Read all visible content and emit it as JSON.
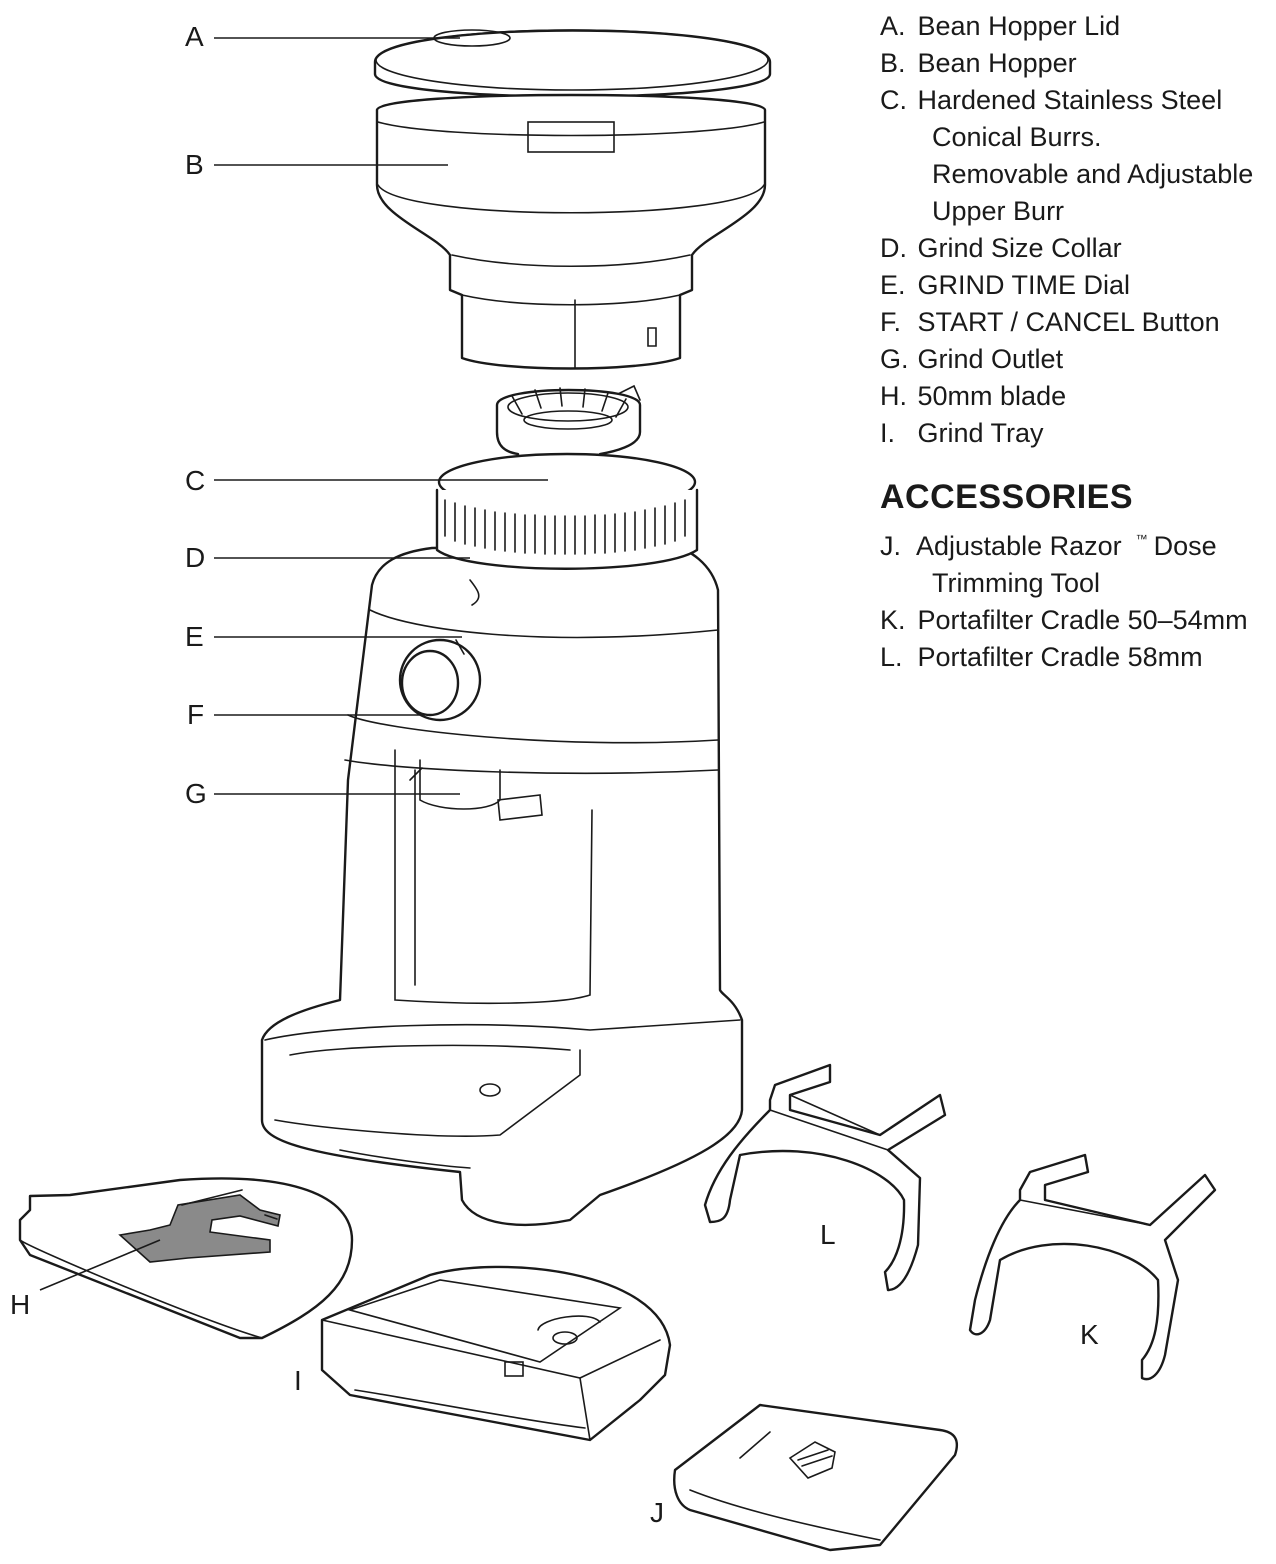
{
  "callouts": {
    "A": "A",
    "B": "B",
    "C": "C",
    "D": "D",
    "E": "E",
    "F": "F",
    "G": "G",
    "H": "H",
    "I": "I",
    "J": "J",
    "K": "K",
    "L": "L"
  },
  "legend": {
    "parts": [
      {
        "letter": "A.",
        "lines": [
          "Bean Hopper Lid"
        ]
      },
      {
        "letter": "B.",
        "lines": [
          "Bean Hopper"
        ]
      },
      {
        "letter": "C.",
        "lines": [
          "Hardened Stainless Steel",
          "Conical Burrs.",
          "Removable and Adjustable",
          "Upper Burr"
        ]
      },
      {
        "letter": "D.",
        "lines": [
          "Grind Size Collar"
        ]
      },
      {
        "letter": "E.",
        "lines": [
          "GRIND TIME Dial"
        ]
      },
      {
        "letter": "F.",
        "lines": [
          "START / CANCEL Button"
        ]
      },
      {
        "letter": "G.",
        "lines": [
          "Grind Outlet"
        ]
      },
      {
        "letter": "H.",
        "lines": [
          "50mm blade"
        ]
      },
      {
        "letter": "I.",
        "lines": [
          "Grind Tray"
        ]
      }
    ],
    "accessories_heading": "ACCESSORIES",
    "accessories": [
      {
        "letter": "J.",
        "lines": [
          "Adjustable Razor",
          "Trimming Tool"
        ],
        "trademark": "™",
        "after_tm": "Dose"
      },
      {
        "letter": "K.",
        "lines": [
          "Portafilter Cradle 50–54mm"
        ]
      },
      {
        "letter": "L.",
        "lines": [
          "Portafilter Cradle 58mm"
        ]
      }
    ]
  },
  "colors": {
    "ink": "#1a1a1a",
    "blade_shade": "#8a8a8a",
    "background": "#ffffff"
  }
}
